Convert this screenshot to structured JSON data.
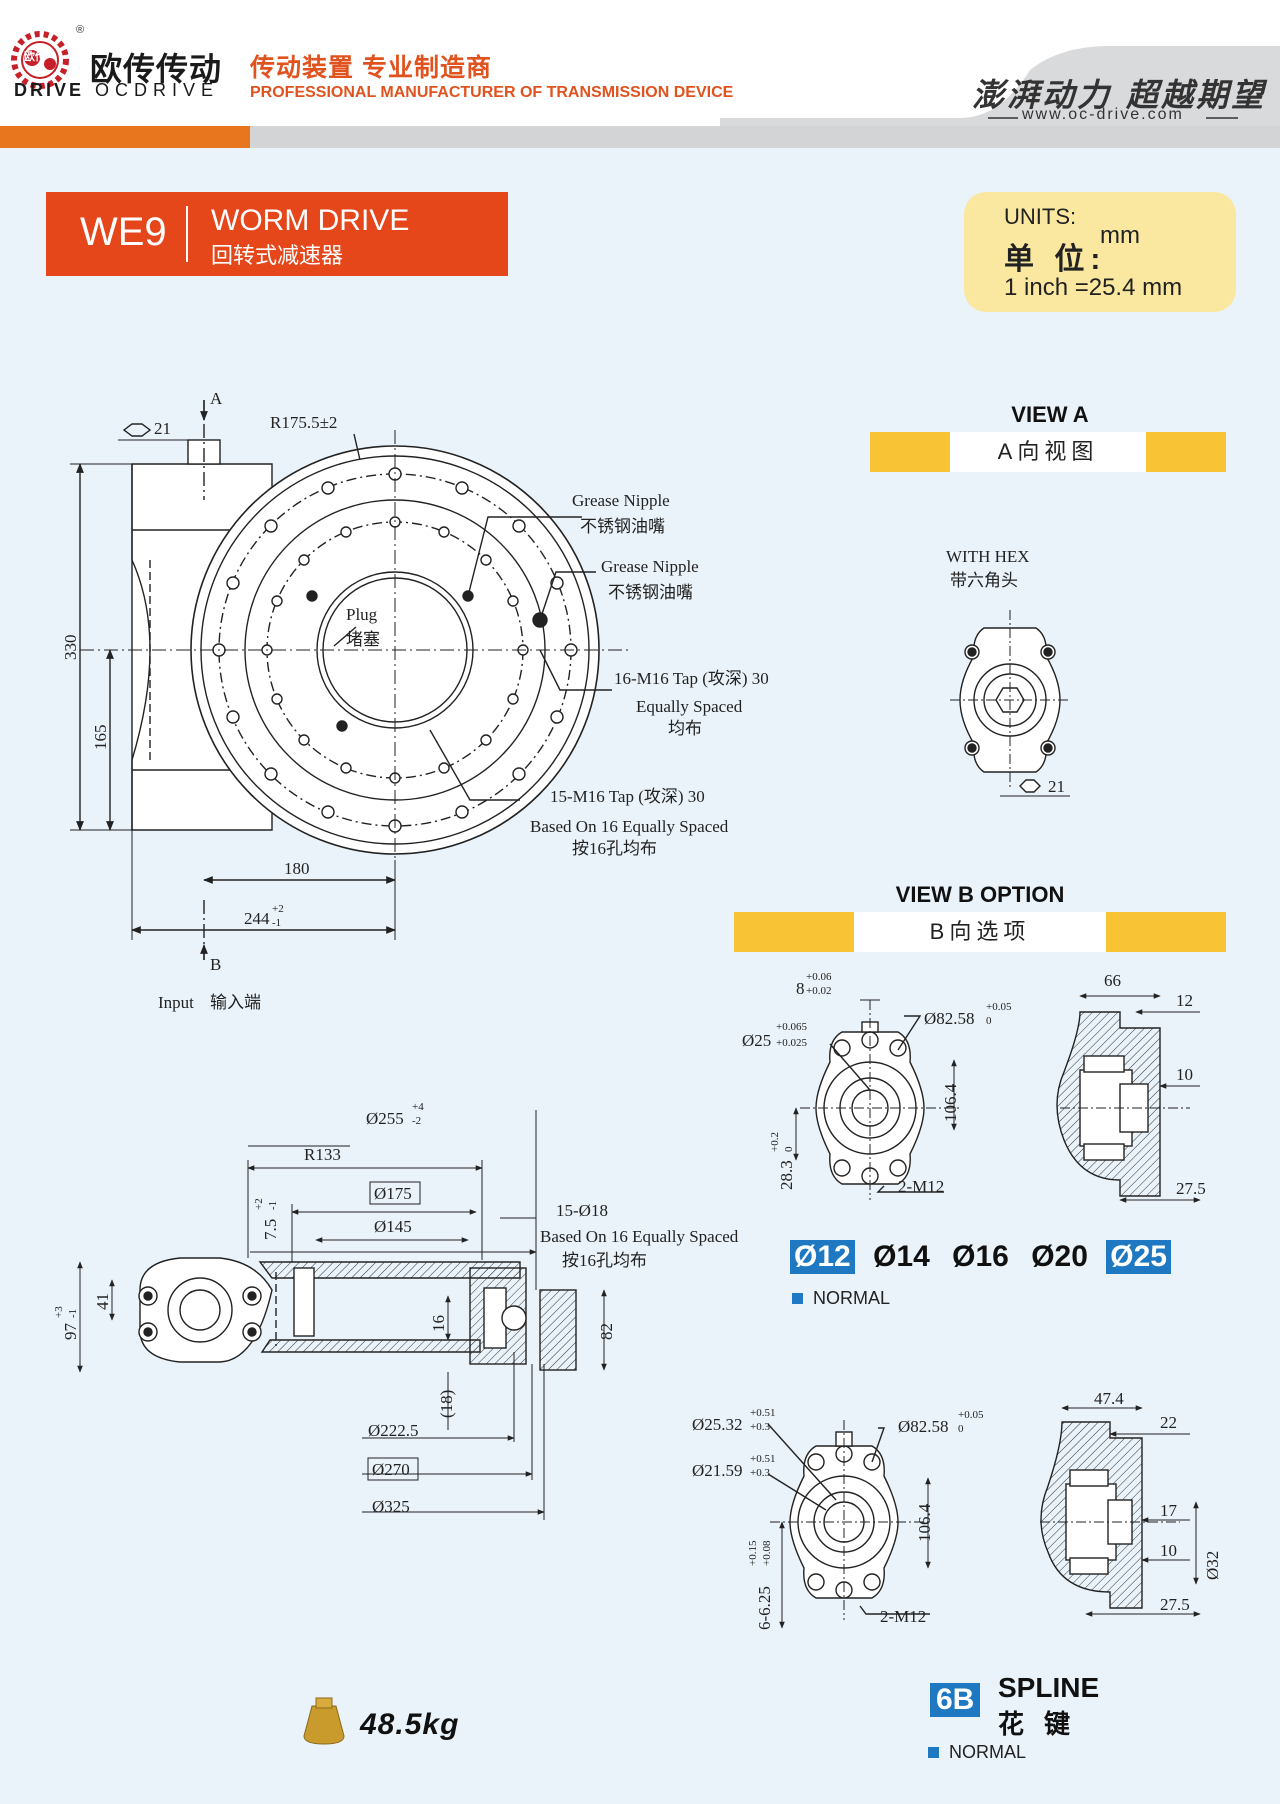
{
  "header": {
    "brand_cn": "欧传传动",
    "brand_logo_cn": "欧传",
    "brand_en_left": "DRIVE",
    "brand_en_right": "OCDRIVE",
    "registered": "®",
    "tagline_cn": "传动装置 专业制造商",
    "tagline_en": "PROFESSIONAL MANUFACTURER OF TRANSMISSION DEVICE",
    "slogan_cn": "澎湃动力 超越期望",
    "website": "www.oc-drive.com"
  },
  "product": {
    "model": "WE9",
    "name_en": "WORM DRIVE",
    "name_cn": "回转式减速器",
    "weight": "48.5kg"
  },
  "units": {
    "label_en": "UNITS:",
    "label_cn": "单 位:",
    "unit": "mm",
    "conversion": "1 inch =25.4 mm"
  },
  "view_a": {
    "title": "VIEW A",
    "bar_label": "A向视图",
    "with_hex_en": "WITH HEX",
    "with_hex_cn": "带六角头",
    "hex_size": "21"
  },
  "view_b": {
    "title": "VIEW B OPTION",
    "bar_label": "B向选项"
  },
  "shaft_options": {
    "items": [
      {
        "label": "Ø12",
        "highlight": true
      },
      {
        "label": "Ø14",
        "highlight": false
      },
      {
        "label": "Ø16",
        "highlight": false
      },
      {
        "label": "Ø20",
        "highlight": false
      },
      {
        "label": "Ø25",
        "highlight": true
      }
    ],
    "normal_note": "NORMAL"
  },
  "spline": {
    "code": "6B",
    "name_en": "SPLINE",
    "name_cn": "花键",
    "normal_note": "NORMAL"
  },
  "front_view": {
    "mark_a": "A",
    "mark_b": "B",
    "hex": "21",
    "radius": "R175.5±2",
    "grease1_en": "Grease Nipple",
    "grease1_cn": "不锈钢油嘴",
    "grease2_en": "Grease Nipple",
    "grease2_cn": "不锈钢油嘴",
    "plug_en": "Plug",
    "plug_cn": "堵塞",
    "tap16_en": "16-M16  Tap (攻深) 30",
    "tap16_sub_en": "Equally Spaced",
    "tap16_sub_cn": "均布",
    "tap15_en": "15-M16 Tap (攻深) 30",
    "tap15_sub_en": "Based On 16 Equally Spaced",
    "tap15_sub_cn": "按16孔均布",
    "dim_330": "330",
    "dim_165": "165",
    "dim_180": "180",
    "dim_244": "244",
    "dim_244_tol_up": "+2",
    "dim_244_tol_dn": "-1",
    "input_en": "Input",
    "input_cn": "输入端"
  },
  "section_view": {
    "d255": "Ø255",
    "d255_up": "+4",
    "d255_dn": "-2",
    "r133": "R133",
    "d175": "Ø175",
    "d145": "Ø145",
    "dim_75": "7.5",
    "dim_75_up": "+2",
    "dim_75_dn": "-1",
    "holes": "15-Ø18",
    "holes_en": "Based On 16 Equally Spaced",
    "holes_cn": "按16孔均布",
    "dim_97": "97",
    "dim_97_up": "+3",
    "dim_97_dn": "-1",
    "dim_41": "41",
    "dim_16": "16",
    "dim_82": "82",
    "dim_18": "(18)",
    "d2225": "Ø222.5",
    "d270": "Ø270",
    "d325": "Ø325"
  },
  "view_b_detail": {
    "dim_8": "8",
    "dim_8_up": "+0.06",
    "dim_8_dn": "+0.02",
    "d25": "Ø25",
    "d25_up": "+0.065",
    "d25_dn": "+0.025",
    "d8258": "Ø82.58",
    "d8258_up": "+0.05",
    "d8258_dn": "0",
    "dim_1064": "106.4",
    "dim_283": "28.3",
    "dim_283_up": "+0.2",
    "dim_283_dn": "0",
    "m12": "2-M12",
    "side_66": "66",
    "side_12": "12",
    "side_10": "10",
    "side_275": "27.5"
  },
  "spline_detail": {
    "d2532": "Ø25.32",
    "d2532_up": "+0.51",
    "d2532_dn": "+0.3",
    "d2159": "Ø21.59",
    "d2159_up": "+0.51",
    "d2159_dn": "+0.3",
    "d8258": "Ø82.58",
    "d8258_up": "+0.05",
    "d8258_dn": "0",
    "dim_1064": "106.4",
    "dim_625": "6-6.25",
    "dim_625_up": "+0.15",
    "dim_625_dn": "+0.08",
    "m12": "2-M12",
    "side_474": "47.4",
    "side_22": "22",
    "side_17": "17",
    "side_10": "10",
    "side_32": "Ø32",
    "side_275": "27.5"
  },
  "colors": {
    "accent_orange": "#e5461a",
    "view_bar_yellow": "#f8c436",
    "units_bg": "#fbe8a0",
    "highlight_blue": "#1e78c2",
    "page_bg": "#eaf3fa"
  }
}
